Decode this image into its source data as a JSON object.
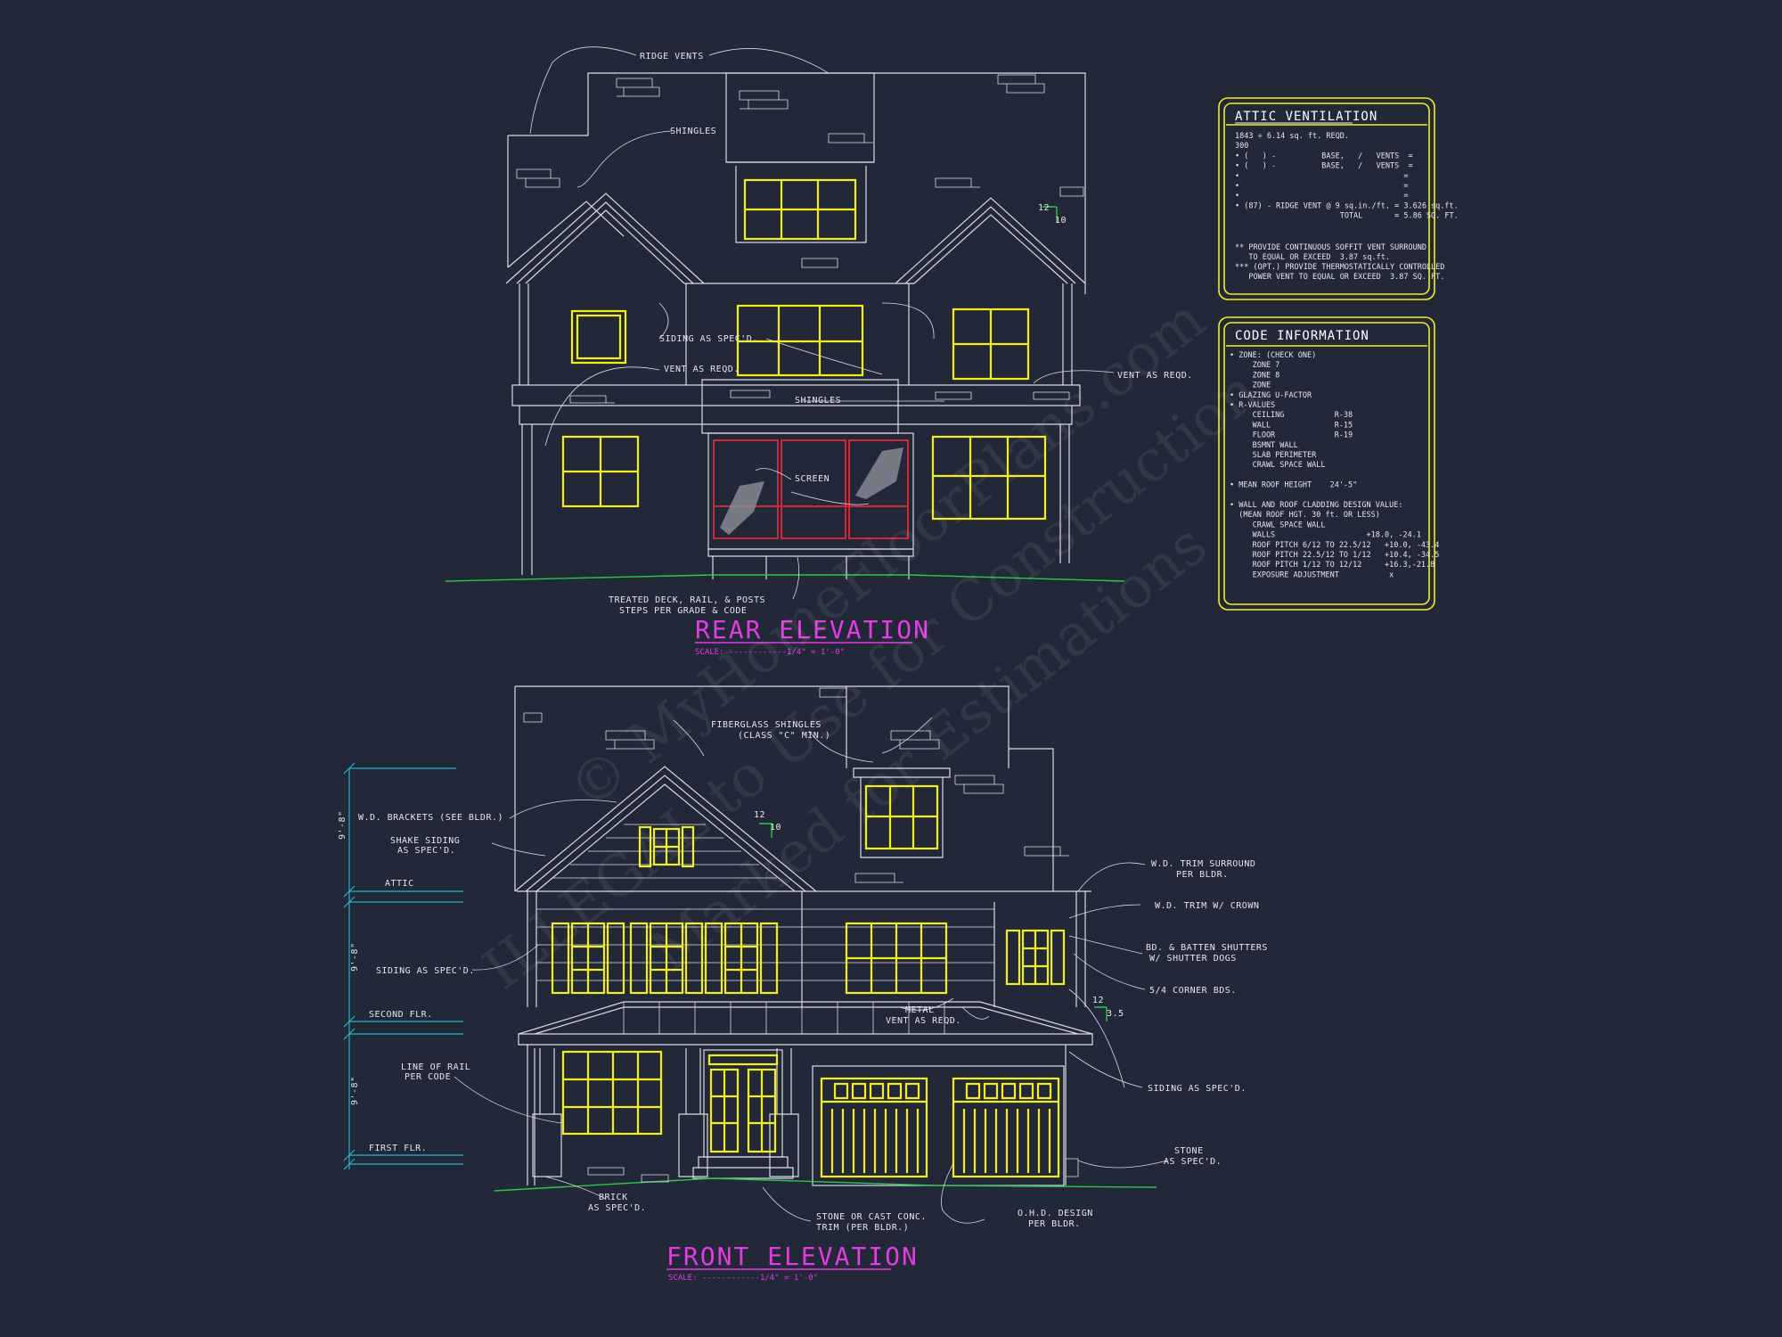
{
  "rear": {
    "title": "REAR ELEVATION",
    "scale": "SCALE: ------------1/4\" = 1'-0\"",
    "labels": {
      "ridge_vents": "RIDGE VENTS",
      "shingles": "SHINGLES",
      "siding": "SIDING AS SPEC'D.",
      "vent": "VENT AS REQD.",
      "shingles2": "SHINGLES",
      "vent_right": "VENT AS REQD.",
      "screen": "SCREEN",
      "deck1": "TREATED DECK, RAIL, & POSTS",
      "deck2": "STEPS PER GRADE & CODE",
      "pitch_top": "12",
      "pitch_side": "10"
    }
  },
  "front": {
    "title": "FRONT ELEVATION",
    "scale": "SCALE: ------------1/4\" = 1'-0\"",
    "labels": {
      "fiber1": "FIBERGLASS SHINGLES",
      "fiber2": "(CLASS \"C\" MIN.)",
      "brackets": "W.D. BRACKETS (SEE BLDR.)",
      "shake1": "SHAKE SIDING",
      "shake2": "AS SPEC'D.",
      "attic": "ATTIC",
      "siding_left": "SIDING AS SPEC'D.",
      "second": "SECOND FLR.",
      "rail1": "LINE OF RAIL",
      "rail2": "PER CODE",
      "first": "FIRST FLR.",
      "brick1": "BRICK",
      "brick2": "AS SPEC'D.",
      "stone_trim1": "STONE OR CAST CONC.",
      "stone_trim2": "TRIM (PER BLDR.)",
      "ohd1": "O.H.D. DESIGN",
      "ohd2": "PER BLDR.",
      "stone1": "STONE",
      "stone2": "AS SPEC'D.",
      "siding_right": "SIDING AS SPEC'D.",
      "corner": "5/4 CORNER BDS.",
      "shutters1": "BD. & BATTEN SHUTTERS",
      "shutters2": "W/ SHUTTER DOGS",
      "crown": "W.D. TRIM W/ CROWN",
      "trim1": "W.D. TRIM SURROUND",
      "trim2": "PER BLDR.",
      "metal1": "METAL",
      "metal2": "VENT AS REQD.",
      "pitch_a": "12",
      "pitch_a_side": "10",
      "pitch_b": "12",
      "pitch_b_side": "3.5",
      "dim1": "9'-8\"",
      "dim2": "9'-8\"",
      "dim3": "9'-8\""
    }
  },
  "attic_box": {
    "title": "ATTIC VENTILATION",
    "lines": [
      "1843 ÷ 6.14 sq. ft. REQD.",
      "300",
      "• (   ) -          BASE,   /   VENTS  =",
      "• (   ) -          BASE,   /   VENTS  =",
      "•                                    =",
      "•                                    =",
      "•                                    =",
      "• (87) - RIDGE VENT @ 9 sq.in./ft. = 3.626 sq.ft.",
      "                       TOTAL       = 5.86 SQ. FT."
    ],
    "notes": [
      "** PROVIDE CONTINUOUS SOFFIT VENT SURROUND",
      "   TO EQUAL OR EXCEED  3.87 sq.ft.",
      "*** (OPT.) PROVIDE THERMOSTATICALLY CONTROLLED",
      "   POWER VENT TO EQUAL OR EXCEED  3.87 SQ. FT."
    ]
  },
  "code_box": {
    "title": "CODE INFORMATION",
    "lines": [
      "• ZONE: (CHECK ONE)",
      "     ZONE 7",
      "     ZONE 8",
      "     ZONE",
      "• GLAZING U-FACTOR",
      "• R-VALUES",
      "     CEILING           R-38",
      "     WALL              R-15",
      "     FLOOR             R-19",
      "     BSMNT WALL",
      "     SLAB PERIMETER",
      "     CRAWL SPACE WALL",
      "",
      "• MEAN ROOF HEIGHT    24'-5\"",
      "",
      "• WALL AND ROOF CLADDING DESIGN VALUE:",
      "  (MEAN ROOF HGT. 30 ft. OR LESS)",
      "     CRAWL SPACE WALL",
      "     WALLS                    +18.0, -24.1",
      "     ROOF PITCH 6/12 TO 22.5/12   +10.0, -43.4",
      "     ROOF PITCH 22.5/12 TO 1/12   +10.4, -34.5",
      "     ROOF PITCH 1/12 TO 12/12     +16.3,-21.8",
      "     EXPOSURE ADJUSTMENT           x"
    ]
  },
  "watermark": {
    "line1": "© MyHomeFloorPlans.com",
    "line2": "ILLEGAL to Use for Construction",
    "line3": "Marked for Estimations"
  },
  "colors": {
    "background": "#222838",
    "linework": "#d9dbe3",
    "window": "#f2ef1a",
    "screen": "#e02a3a",
    "title": "#e23ce2",
    "grade": "#33c24a",
    "dimension": "#24b5c8"
  }
}
